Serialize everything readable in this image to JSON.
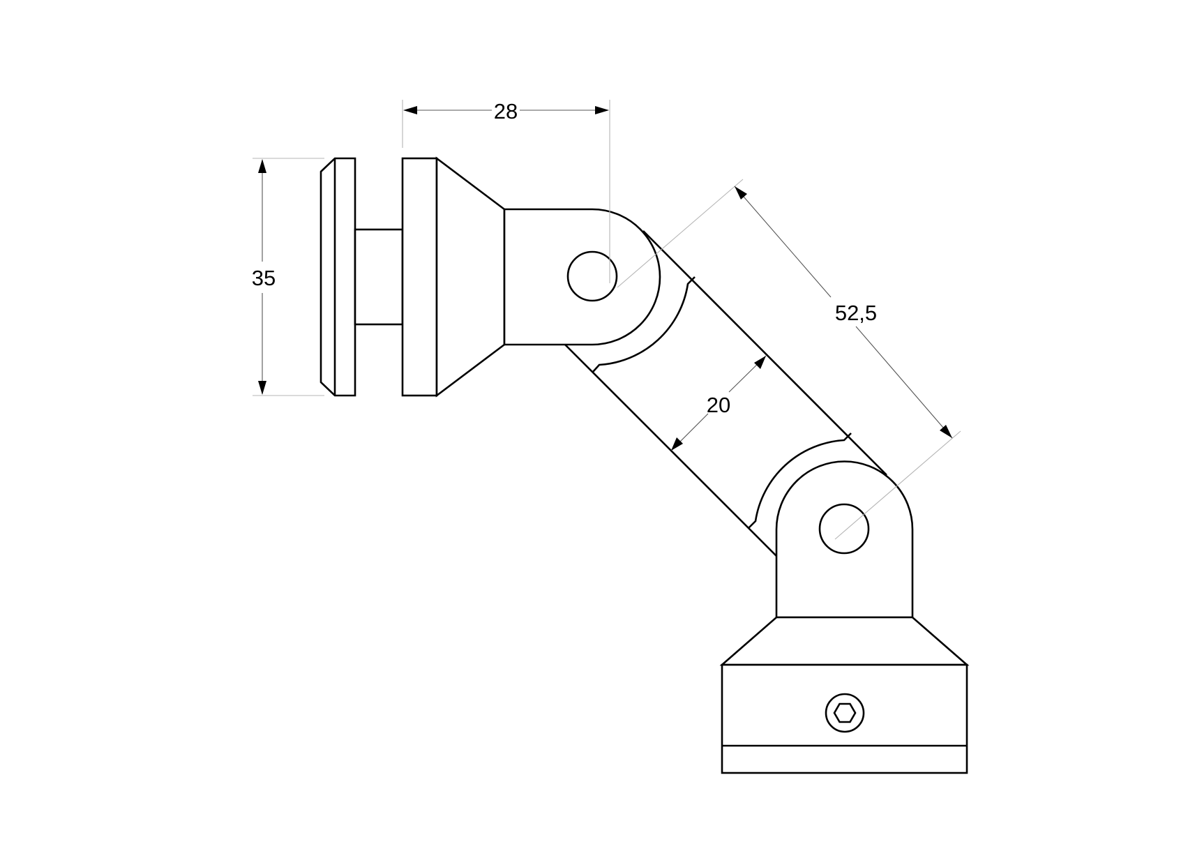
{
  "drawing": {
    "subject": "adjustable glass clamp / swivel connector, side view",
    "line_color": "#000000",
    "extension_line_color": "#b5b5b5",
    "background": "#ffffff"
  },
  "dimensions": {
    "height_35": {
      "label": "35",
      "orientation": "vertical"
    },
    "width_28": {
      "label": "28",
      "orientation": "horizontal"
    },
    "arm_width_20": {
      "label": "20",
      "orientation": "diagonal"
    },
    "pivot_distance_52_5": {
      "label": "52,5",
      "orientation": "diagonal"
    }
  },
  "components": [
    {
      "name": "glass-pad-outer-plate"
    },
    {
      "name": "glass-pad-stem"
    },
    {
      "name": "glass-pad-inner-flange"
    },
    {
      "name": "upper-pivot-tab",
      "has_hole": true
    },
    {
      "name": "swivel-arm"
    },
    {
      "name": "lower-pivot-tab",
      "has_hole": true
    },
    {
      "name": "base-block",
      "fastener": "hex-socket-screw"
    }
  ]
}
